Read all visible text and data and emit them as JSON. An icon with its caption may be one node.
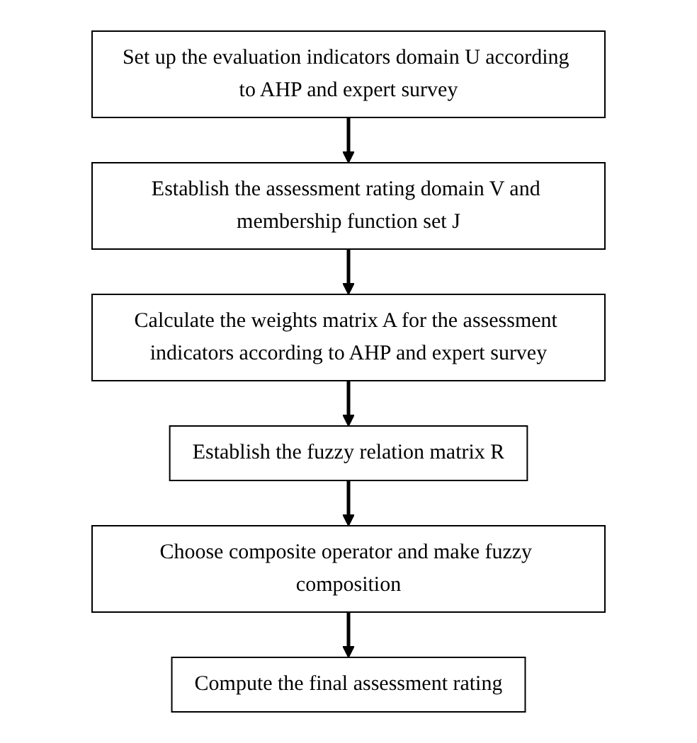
{
  "diagram": {
    "nodes": [
      {
        "text": [
          "Set up the evaluation indicators domain U according to AHP and expert survey"
        ]
      },
      {
        "text": [
          "Establish the assessment rating domain V and membership function set J"
        ]
      },
      {
        "text": [
          "Calculate the weights matrix A for the assessment indicators according to AHP and expert survey"
        ]
      },
      {
        "text": [
          "Establish the fuzzy relation matrix R"
        ]
      },
      {
        "text": [
          "Choose composite operator and make fuzzy composition"
        ]
      },
      {
        "text": [
          "Compute the final assessment rating"
        ]
      }
    ],
    "edges": [
      {
        "from": 0,
        "to": 1,
        "arrow": "to"
      },
      {
        "from": 1,
        "to": 2,
        "arrow": "to"
      },
      {
        "from": 2,
        "to": 3,
        "arrow": "to"
      },
      {
        "from": 3,
        "to": 4,
        "arrow": "to"
      },
      {
        "from": 4,
        "to": 5,
        "arrow": "to"
      }
    ]
  }
}
